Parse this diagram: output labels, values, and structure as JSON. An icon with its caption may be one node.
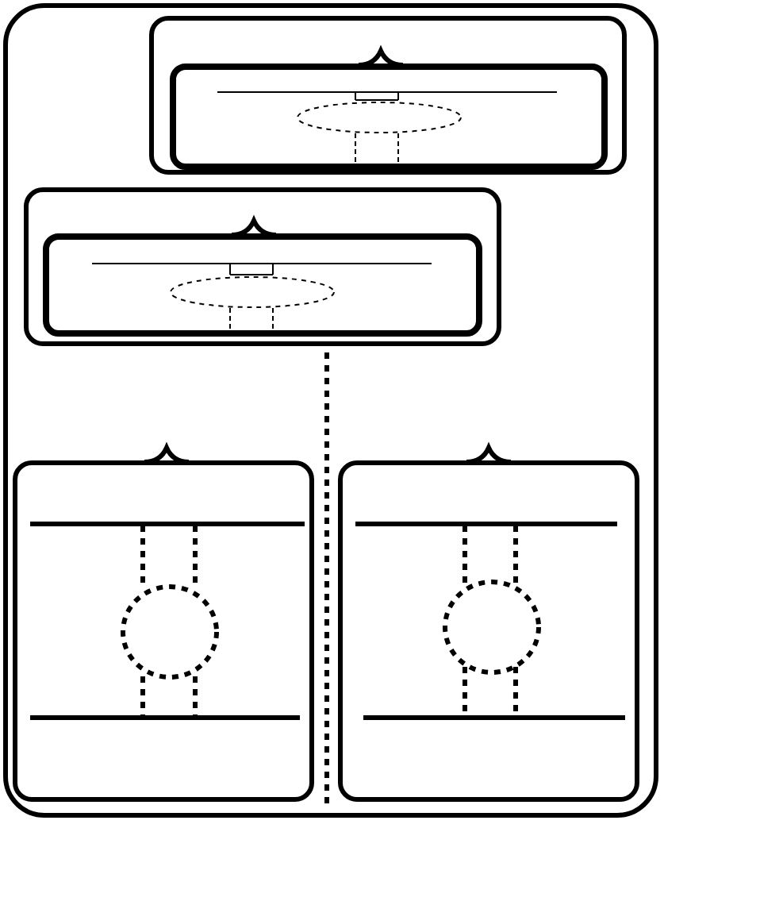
{
  "diagram": {
    "nodes": [
      {
        "text": [],
        "shape": "box"
      },
      {
        "text": [],
        "shape": "box",
        "in": 0
      },
      {
        "text": [],
        "shape": "box",
        "in": 1
      },
      {
        "text": [],
        "shape": "ellipse",
        "in": 2
      },
      {
        "text": [],
        "shape": "box",
        "in": 0
      },
      {
        "text": [],
        "shape": "box",
        "in": 4
      },
      {
        "text": [],
        "shape": "ellipse",
        "in": 5
      },
      {
        "text": [],
        "shape": "box",
        "in": 0
      },
      {
        "text": [],
        "shape": "circle",
        "in": 7
      },
      {
        "text": [],
        "shape": "box",
        "in": 0
      },
      {
        "text": [],
        "shape": "circle",
        "in": 9
      }
    ]
  }
}
